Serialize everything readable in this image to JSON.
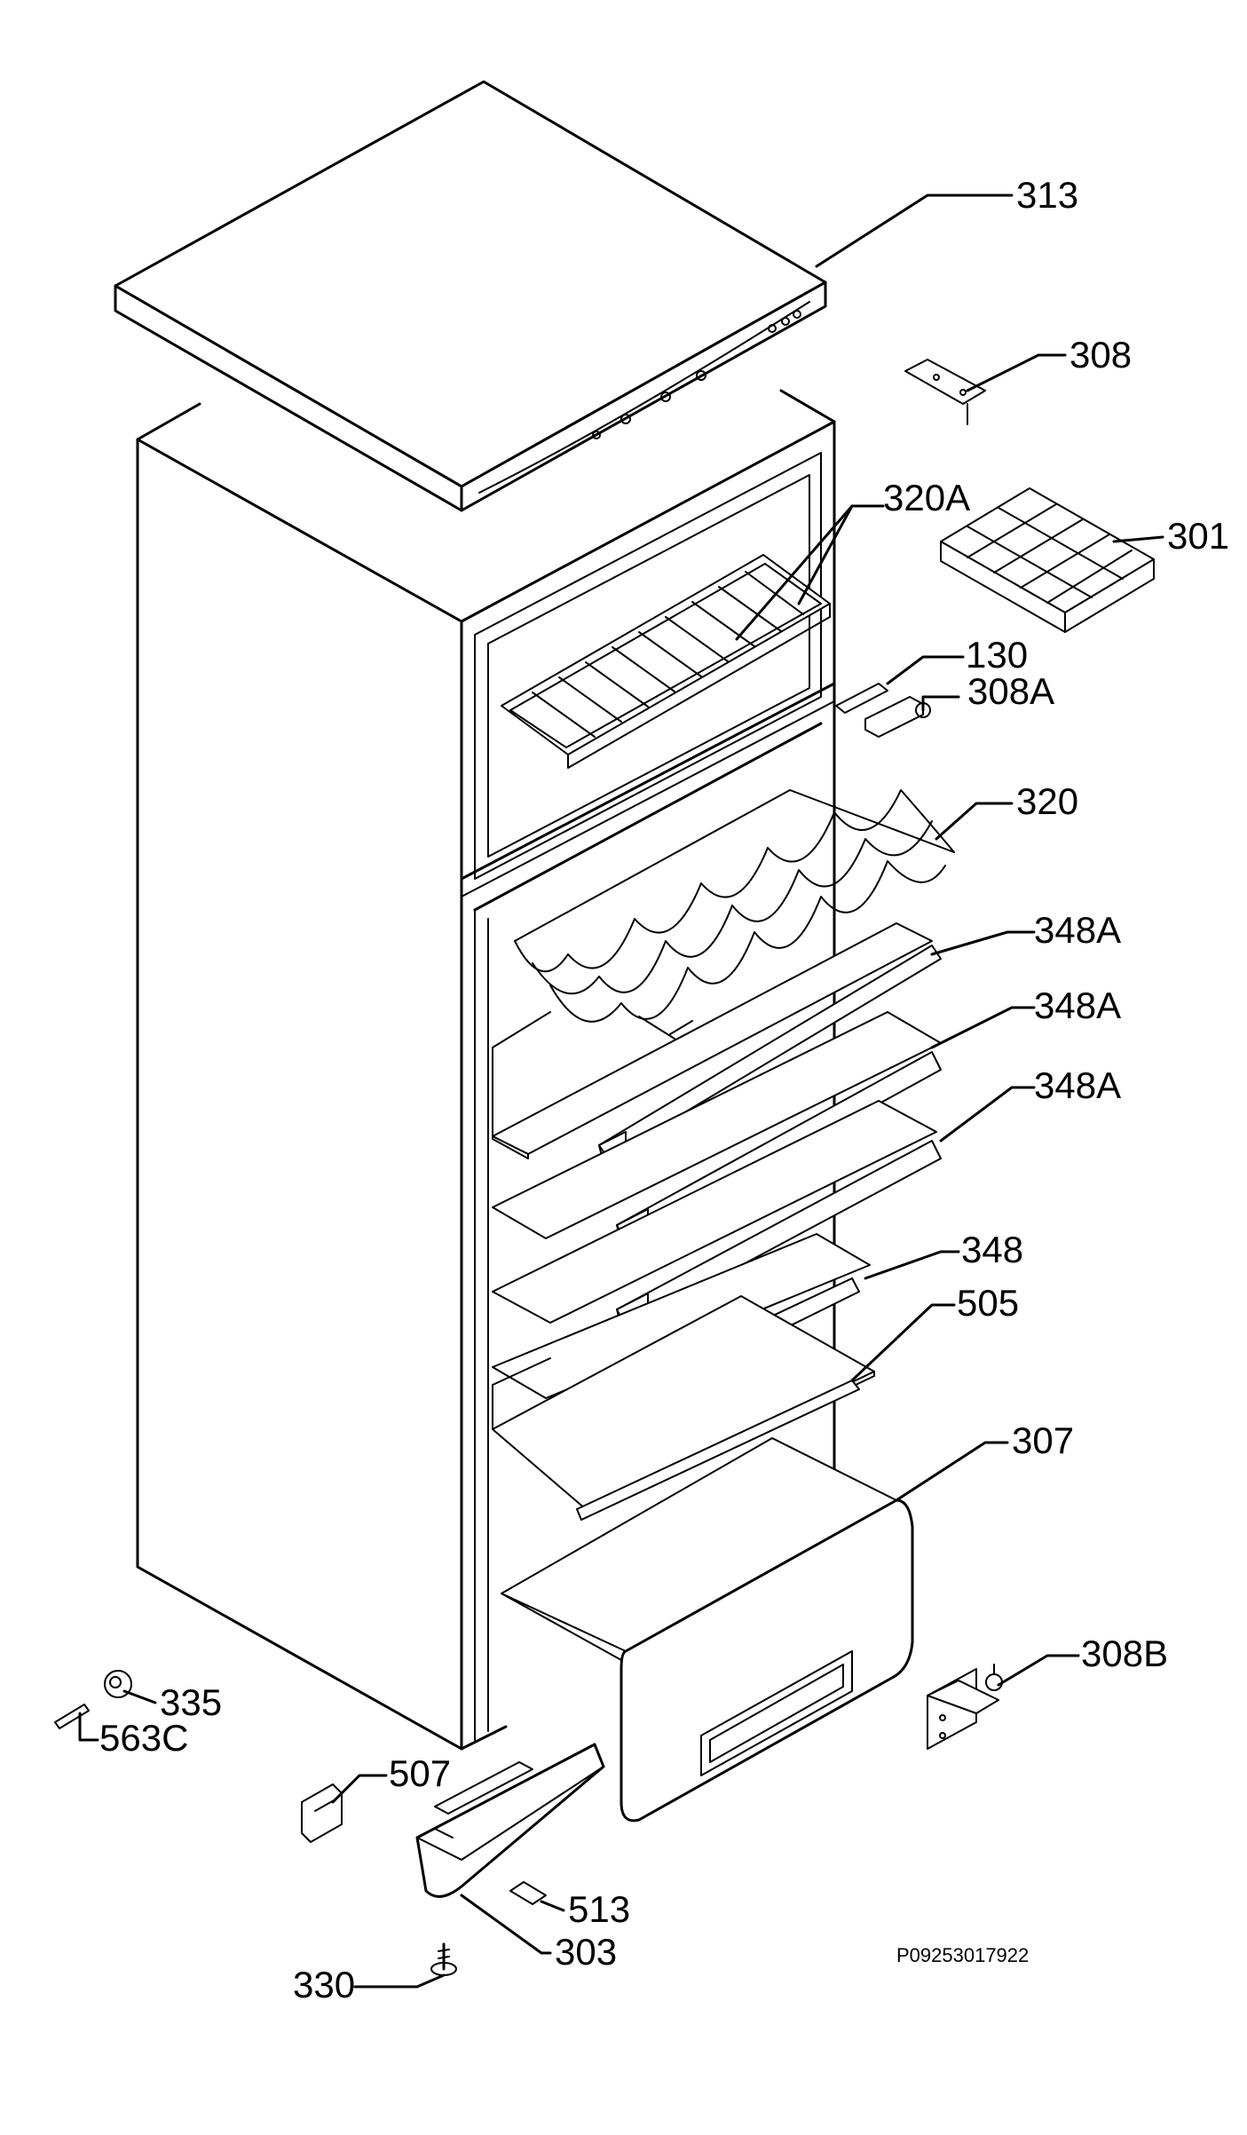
{
  "labels": {
    "p313": "313",
    "p308": "308",
    "p320a": "320A",
    "p301": "301",
    "p130": "130",
    "p308a": "308A",
    "p320": "320",
    "p348a_1": "348A",
    "p348a_2": "348A",
    "p348a_3": "348A",
    "p348": "348",
    "p505": "505",
    "p307": "307",
    "p308b": "308B",
    "p335": "335",
    "p563c": "563C",
    "p507": "507",
    "p513": "513",
    "p303": "303",
    "p330": "330"
  },
  "drawing_code": "P09253017922"
}
